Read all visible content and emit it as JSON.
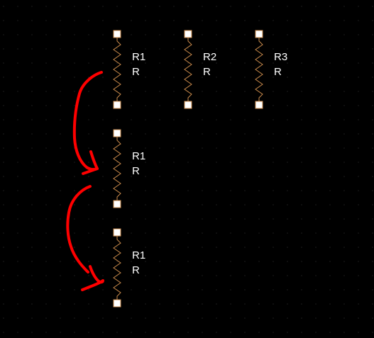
{
  "window": {
    "title": ""
  },
  "colors": {
    "background": "#000000",
    "grid_dot": "#3a3a3a",
    "wire": "#c98a4b",
    "pin_fill": "#ffffff",
    "label": "#ffffff",
    "annotation": "#ff0000"
  },
  "components": [
    {
      "designator": "R1",
      "value": "R"
    },
    {
      "designator": "R2",
      "value": "R"
    },
    {
      "designator": "R3",
      "value": "R"
    },
    {
      "designator": "R1",
      "value": "R"
    },
    {
      "designator": "R1",
      "value": "R"
    }
  ],
  "annotations": [
    {
      "kind": "hand-drawn-arrow",
      "from_component": 0,
      "to_component": 3
    },
    {
      "kind": "hand-drawn-arrow",
      "from_component": 3,
      "to_component": 4
    }
  ]
}
